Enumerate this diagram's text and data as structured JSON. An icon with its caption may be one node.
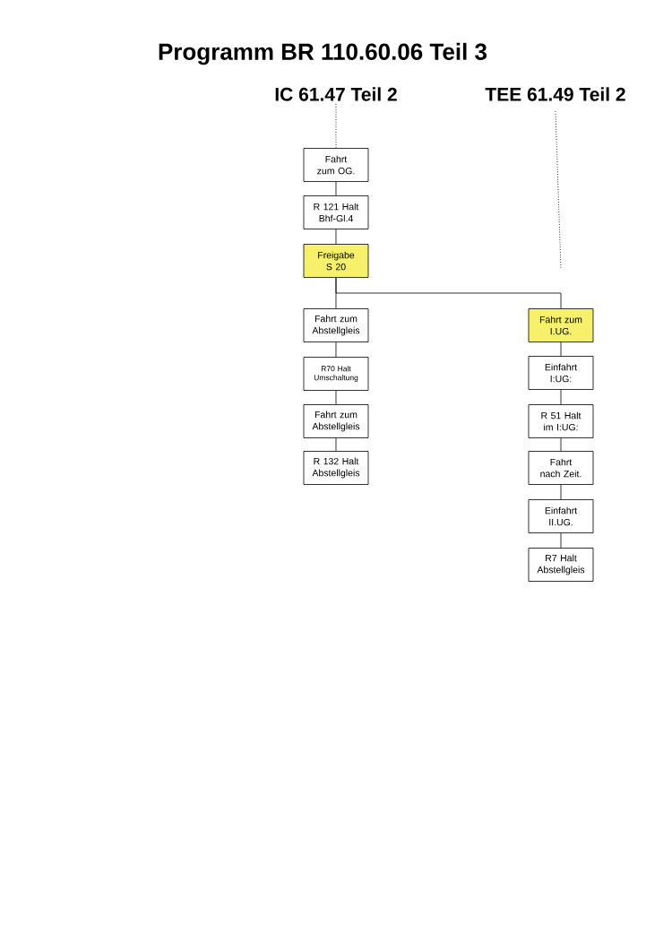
{
  "diagram": {
    "title": "Programm BR 110.60.06 Teil 3",
    "nodes": [
      {
        "text": [
          "IC 61.47 Teil 2"
        ]
      },
      {
        "text": [
          "TEE 61.49 Teil 2"
        ]
      },
      {
        "text": [
          "Fahrt zum OG."
        ]
      },
      {
        "text": [
          "R 121 Halt Bhf-Gl.4"
        ]
      },
      {
        "text": [
          "Freigabe S 20"
        ]
      },
      {
        "text": [
          "Fahrt zum Abstellgleis"
        ]
      },
      {
        "text": [
          "R70 Halt Umschaltung"
        ]
      },
      {
        "text": [
          "Fahrt zum Abstellgleis"
        ]
      },
      {
        "text": [
          "R 132 Halt Abstellgleis"
        ]
      },
      {
        "text": [
          "Fahrt zum I.UG."
        ]
      },
      {
        "text": [
          "Einfahrt I:UG:"
        ]
      },
      {
        "text": [
          "R 51 Halt im I:UG:"
        ]
      },
      {
        "text": [
          "Fahrt nach Zeit."
        ]
      },
      {
        "text": [
          "Einfahrt II.UG."
        ]
      },
      {
        "text": [
          "R7 Halt Abstellgleis"
        ]
      }
    ],
    "edges": [
      {
        "from": 0,
        "to": 2,
        "arrow": "none",
        "style": "dashed"
      },
      {
        "from": 1,
        "to": null,
        "arrow": "none",
        "style": "dashed"
      },
      {
        "from": 2,
        "to": 3,
        "arrow": "none"
      },
      {
        "from": 3,
        "to": 4,
        "arrow": "none"
      },
      {
        "from": 4,
        "to": 5,
        "arrow": "none"
      },
      {
        "from": 4,
        "to": 9,
        "arrow": "none"
      },
      {
        "from": 5,
        "to": 6,
        "arrow": "none"
      },
      {
        "from": 6,
        "to": 7,
        "arrow": "none"
      },
      {
        "from": 7,
        "to": 8,
        "arrow": "none"
      },
      {
        "from": 9,
        "to": 10,
        "arrow": "none"
      },
      {
        "from": 10,
        "to": 11,
        "arrow": "none"
      },
      {
        "from": 11,
        "to": 12,
        "arrow": "none"
      },
      {
        "from": 12,
        "to": 13,
        "arrow": "none"
      },
      {
        "from": 13,
        "to": 14,
        "arrow": "none"
      }
    ]
  }
}
